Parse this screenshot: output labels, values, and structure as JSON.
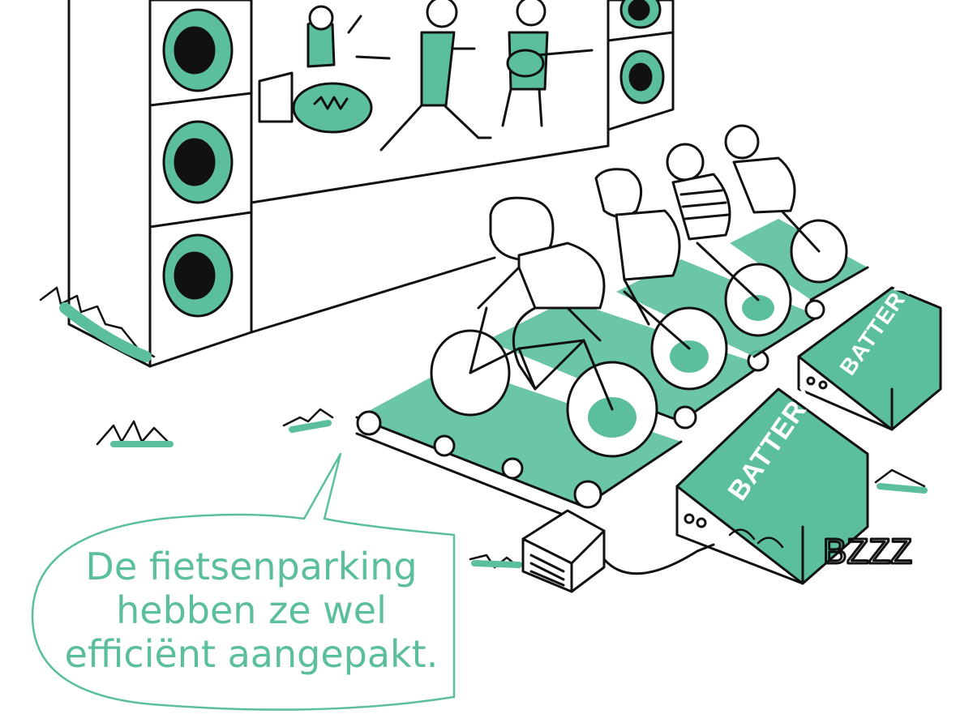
{
  "caption": {
    "lines": [
      "De fietsenparking",
      "hebben ze wel",
      "efficiënt aangepakt."
    ]
  },
  "labels": {
    "battery_1": "BATTERY",
    "battery_2": "BATTERY",
    "sound_effect": "BZZZ"
  },
  "colors": {
    "accent": "#5bbf9d",
    "ink": "#111111",
    "background": "#ffffff"
  }
}
